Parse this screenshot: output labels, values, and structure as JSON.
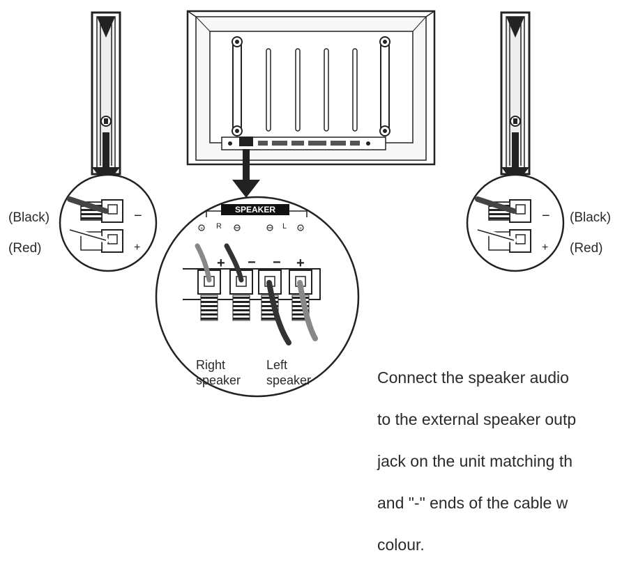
{
  "labels": {
    "left_black": "(Black)",
    "left_red": "(Red)",
    "right_black": "(Black)",
    "right_red": "(Red)",
    "speaker_header": "SPEAKER",
    "right_channel": "R",
    "left_channel": "L",
    "right_speaker": "Right\nspeaker",
    "left_speaker": "Left\nspeaker"
  },
  "instruction": {
    "lines": [
      "Connect the speaker audio",
      "to the external speaker outp",
      "jack on the unit matching th",
      "and \"-\" ends of the cable w",
      "colour."
    ]
  }
}
